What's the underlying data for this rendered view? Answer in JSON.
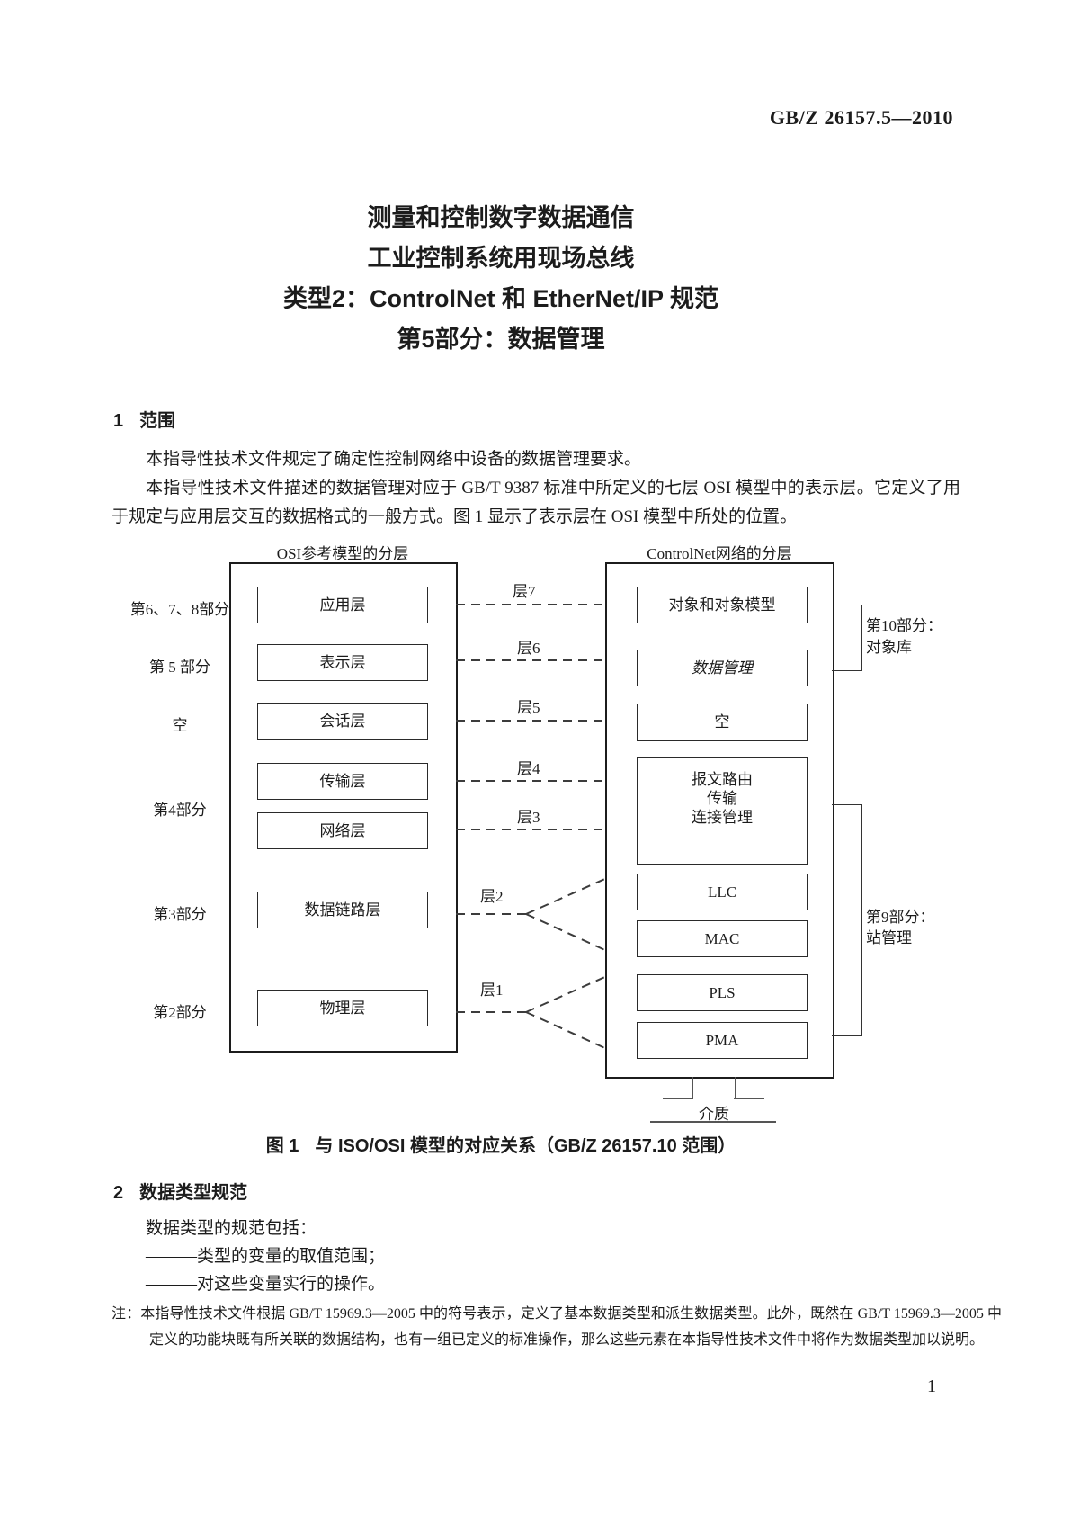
{
  "doc_code": "GB/Z 26157.5—2010",
  "title": {
    "line1": "测量和控制数字数据通信",
    "line2": "工业控制系统用现场总线",
    "line3": "类型2：ControlNet 和 EtherNet/IP 规范",
    "line4": "第5部分：数据管理"
  },
  "section1": {
    "number": "1",
    "heading": "范围",
    "para1": "本指导性技术文件规定了确定性控制网络中设备的数据管理要求。",
    "para2": "本指导性技术文件描述的数据管理对应于 GB/T 9387 标准中所定义的七层 OSI 模型中的表示层。它定义了用于规定与应用层交互的数据格式的一般方式。图 1 显示了表示层在 OSI 模型中所处的位置。"
  },
  "figure": {
    "left_header": "OSI参考模型的分层",
    "right_header": "ControlNet网络的分层",
    "left_part_labels": [
      "第6、7、8部分",
      "第 5 部分",
      "空",
      "第4部分",
      "第3部分",
      "第2部分"
    ],
    "left_boxes": [
      "应用层",
      "表示层",
      "会话层",
      "传输层",
      "网络层",
      "数据链路层",
      "物理层"
    ],
    "layer_labels": [
      "层7",
      "层6",
      "层5",
      "层4",
      "层3",
      "层2",
      "层1"
    ],
    "right_boxes": [
      "对象和对象模型",
      "数据管理",
      "空"
    ],
    "router_box_lines": [
      "报文路由",
      "传输",
      "连接管理"
    ],
    "lower_right_boxes": [
      "LLC",
      "MAC",
      "PLS",
      "PMA"
    ],
    "bracket_part10": {
      "line1": "第10部分：",
      "line2": "对象库"
    },
    "bracket_part9": {
      "line1": "第9部分：",
      "line2": "站管理"
    },
    "medium_label": "介质",
    "caption_prefix": "图 1",
    "caption_text": "与 ISO/OSI 模型的对应关系（GB/Z 26157.10 范围）"
  },
  "section2": {
    "number": "2",
    "heading": "数据类型规范",
    "intro": "数据类型的规范包括：",
    "items": [
      "———类型的变量的取值范围；",
      "———对这些变量实行的操作。"
    ],
    "note_label": "注：",
    "note_text": "本指导性技术文件根据 GB/T 15969.3—2005 中的符号表示，定义了基本数据类型和派生数据类型。此外，既然在 GB/T 15969.3—2005 中定义的功能块既有所关联的数据结构，也有一组已定义的标准操作，那么这些元素在本指导性技术文件中将作为数据类型加以说明。"
  },
  "page_number": "1"
}
